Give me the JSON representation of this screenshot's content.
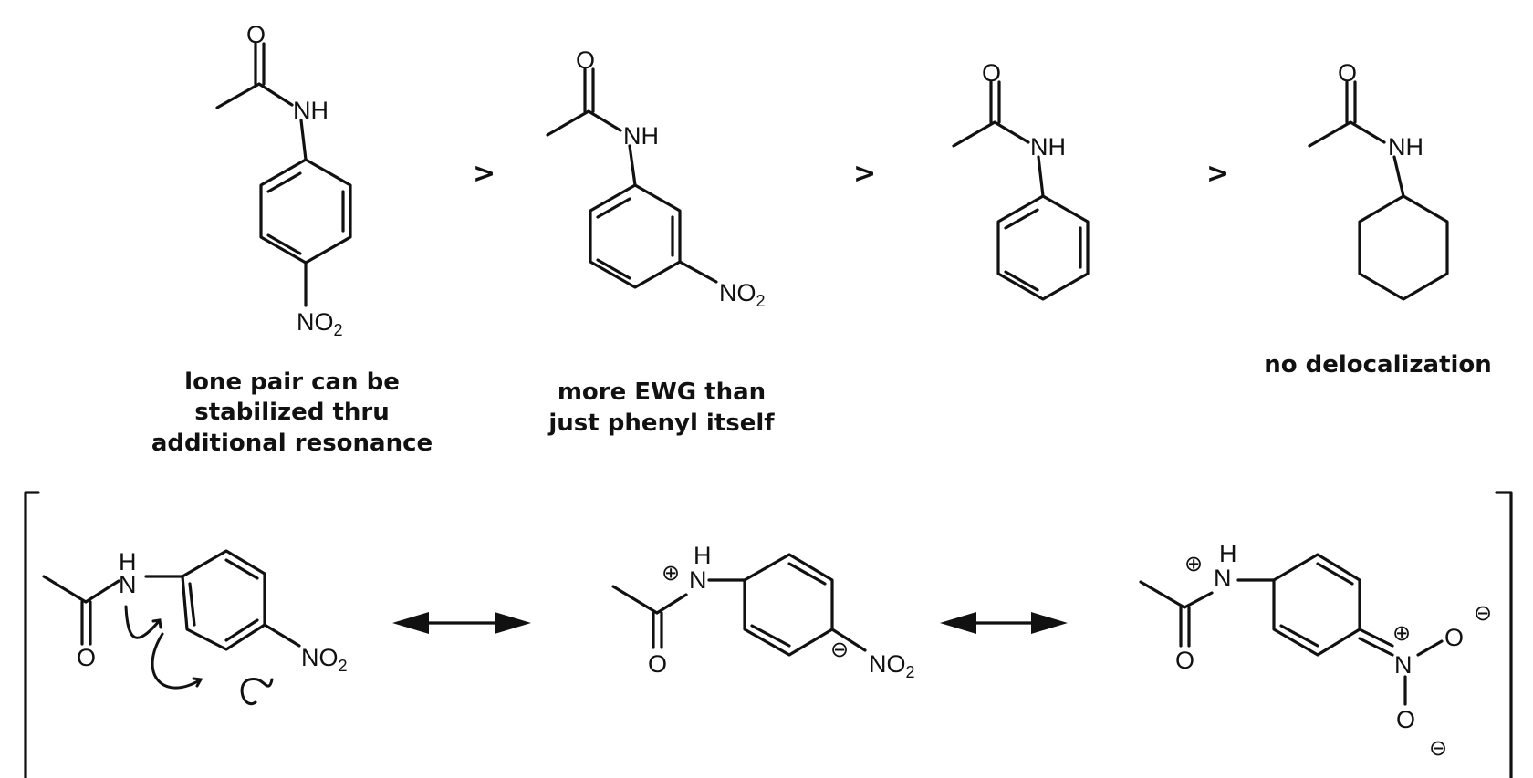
{
  "atoms": {
    "oxygen": "O",
    "amide_nh": "NH",
    "hydrogen": "H",
    "nitrogen": "N",
    "nitro_prefix": "NO",
    "nitro_subscript": "2"
  },
  "comparison": {
    "operator": ">",
    "captions": {
      "p_nitro": [
        "lone pair can be",
        "stabilized thru",
        "additional resonance"
      ],
      "m_nitro": [
        "more EWG than",
        "just phenyl itself"
      ],
      "cyclohexyl": [
        "no delocalization"
      ]
    }
  },
  "charges": {
    "positive": "⊕",
    "negative": "⊖"
  }
}
